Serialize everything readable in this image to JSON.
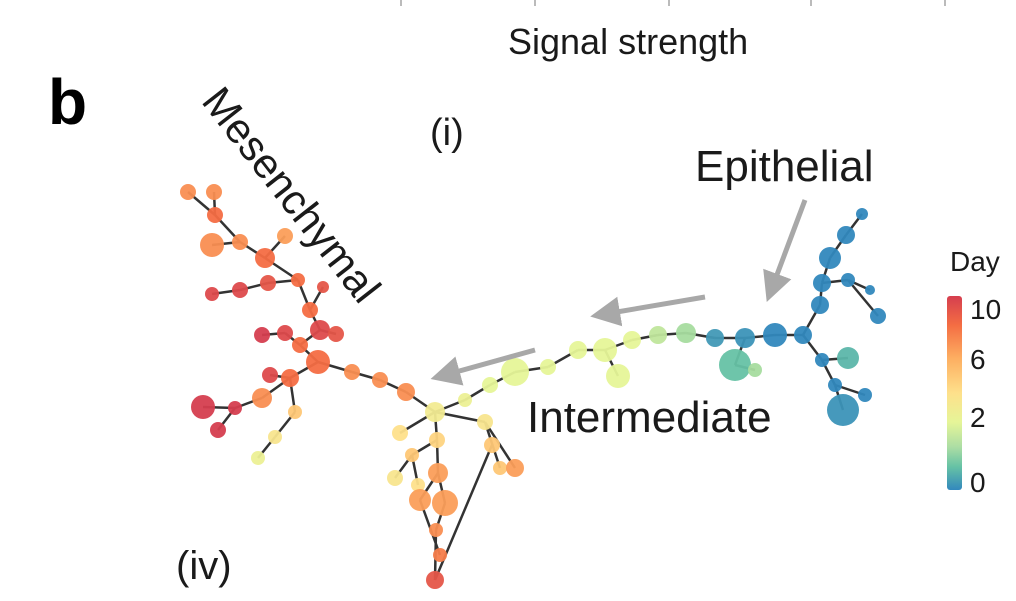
{
  "top_axis": {
    "xlabel": "Signal strength"
  },
  "panel_label": "b",
  "labels": {
    "roman_i": "(i)",
    "roman_iv": "(iv)",
    "epithelial": "Epithelial",
    "mesenchymal": "Mesenchymal",
    "intermediate": "Intermediate"
  },
  "colorbar": {
    "title": "Day",
    "ticks": [
      "10",
      "6",
      "2",
      "0"
    ],
    "colors": [
      "#d53e4f",
      "#f46d43",
      "#fdae61",
      "#fee08b",
      "#e6f598",
      "#abdda4",
      "#66c2a5",
      "#3288bd"
    ]
  },
  "colors": {
    "edge": "#333333",
    "arrow": "#a8a8a8"
  }
}
